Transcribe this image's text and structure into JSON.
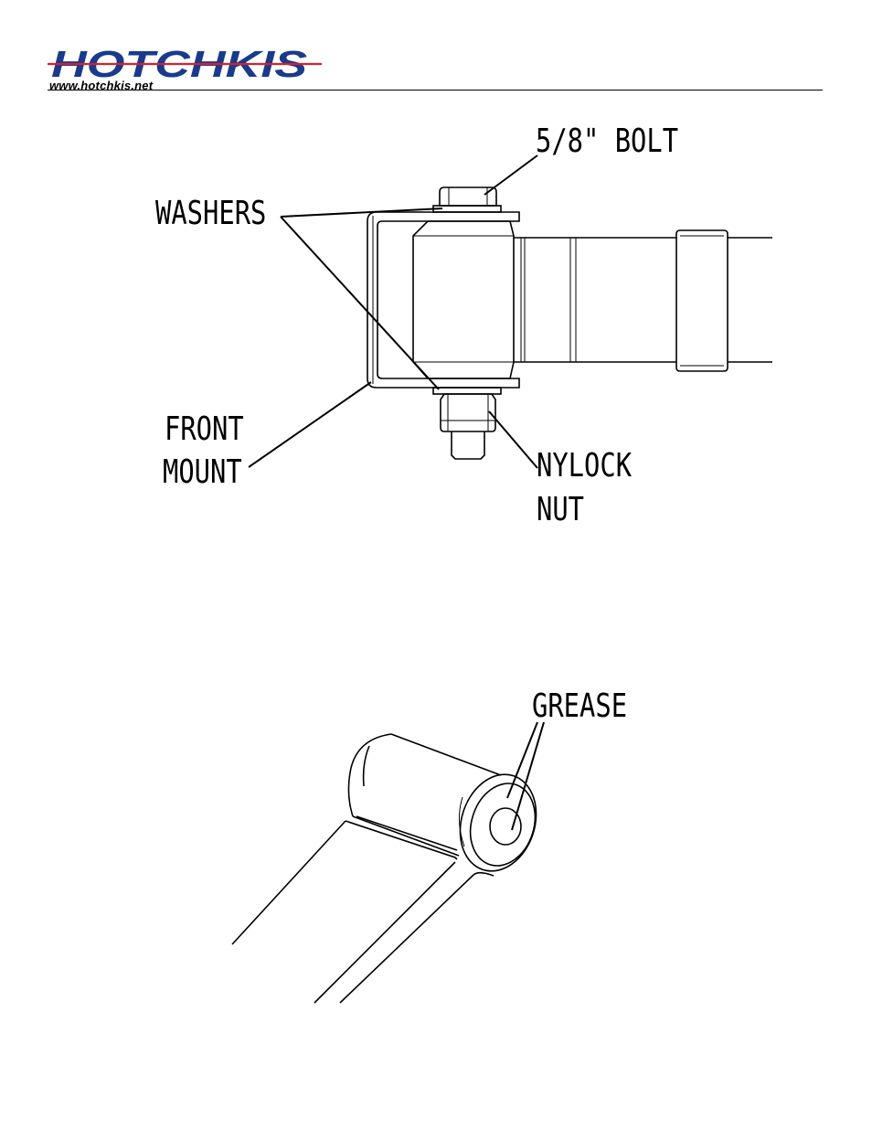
{
  "header": {
    "logo_text": "HOTCHKIS",
    "website": "www.hotchkis.net",
    "colors": {
      "logo_blue": "#1a3a8c",
      "logo_red": "#d8202a"
    }
  },
  "diagram_top": {
    "labels": {
      "bolt": "5/8\" BOLT",
      "washers": "WASHERS",
      "front_mount_line1": "FRONT",
      "front_mount_line2": "MOUNT",
      "nylock_line1": "NYLOCK",
      "nylock_line2": "NUT"
    }
  },
  "diagram_bottom": {
    "labels": {
      "grease": "GREASE"
    }
  }
}
